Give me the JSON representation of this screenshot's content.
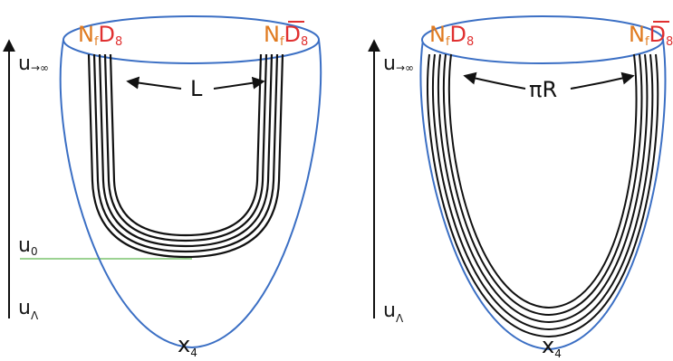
{
  "colors": {
    "outline": "#3b6fc4",
    "brane": "#111111",
    "orange": "#e07a1f",
    "red": "#e03030",
    "green_line": "#7cc36e",
    "axis": "#111111"
  },
  "left_panel": {
    "axis_top": {
      "base": "u",
      "sub": "→∞"
    },
    "axis_mid": {
      "base": "u",
      "sub": "0"
    },
    "axis_bottom": {
      "base": "u",
      "sub": "Λ"
    },
    "brane_left": {
      "n": "N",
      "n_sub": "f",
      "d": "D",
      "d_sub": "8"
    },
    "brane_right": {
      "n": "N",
      "n_sub": "f",
      "d": "D",
      "d_sub": "8",
      "bar": true
    },
    "separation": "L",
    "x_label": {
      "base": "x",
      "sub": "4"
    }
  },
  "right_panel": {
    "axis_top": {
      "base": "u",
      "sub": "→∞"
    },
    "axis_bottom": {
      "base": "u",
      "sub": "Λ"
    },
    "brane_left": {
      "n": "N",
      "n_sub": "f",
      "d": "D",
      "d_sub": "8"
    },
    "brane_right": {
      "n": "N",
      "n_sub": "f",
      "d": "D",
      "d_sub": "8",
      "bar": true
    },
    "separation": "πR",
    "x_label": {
      "base": "x",
      "sub": "4"
    }
  }
}
